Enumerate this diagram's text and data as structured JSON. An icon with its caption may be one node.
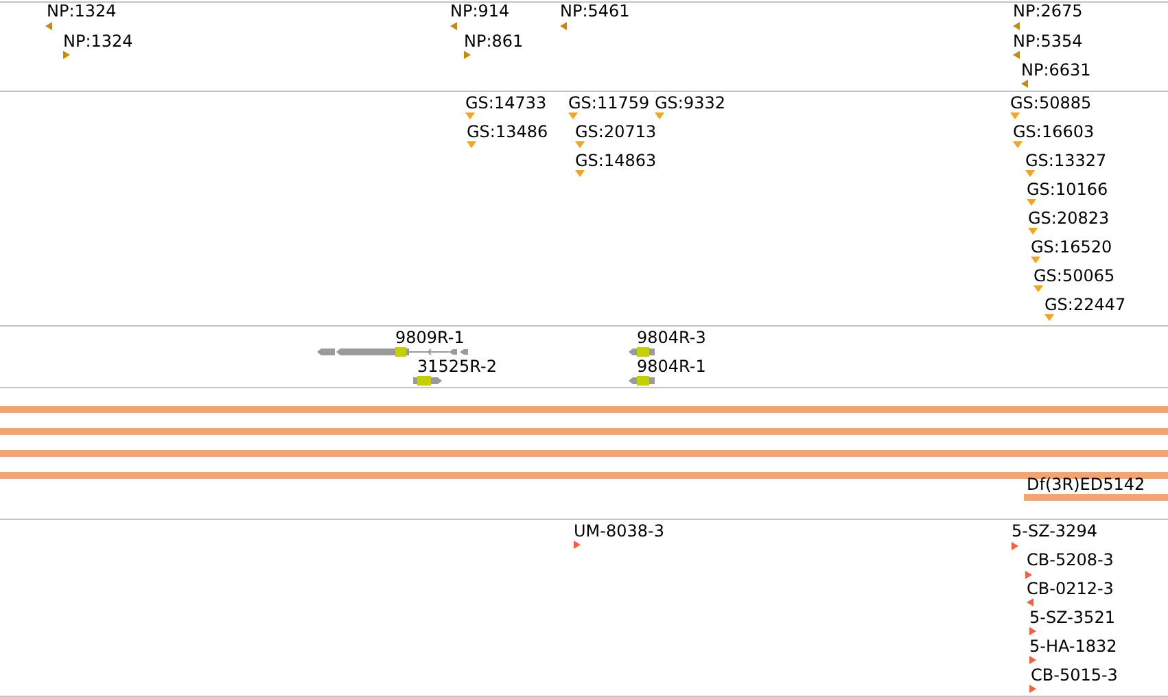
{
  "diagram": {
    "nodes": [
      {
        "text": [
          "9809R-1"
        ]
      },
      {
        "text": [
          "9804R-3"
        ]
      },
      {
        "text": [
          "31525R-2"
        ]
      },
      {
        "text": [
          "9804R-1"
        ]
      },
      {
        "text": [],
        "shape": "bar"
      },
      {
        "text": [],
        "shape": "bar"
      },
      {
        "text": [],
        "shape": "bar"
      },
      {
        "text": [],
        "shape": "bar"
      },
      {
        "text": [
          "Df(3R)ED5142"
        ]
      }
    ],
    "labels": [
      "NP:1324",
      "NP:914",
      "NP:5461",
      "NP:2675",
      "NP:1324",
      "NP:861",
      "NP:5354",
      "NP:6631",
      "GS:14733",
      "GS:11759",
      "GS:9332",
      "GS:50885",
      "GS:13486",
      "GS:20713",
      "GS:16603",
      "GS:14863",
      "GS:13327",
      "GS:10166",
      "GS:20823",
      "GS:16520",
      "GS:50065",
      "GS:22447",
      "UM-8038-3",
      "5-SZ-3294",
      "CB-5208-3",
      "CB-0212-3",
      "5-SZ-3521",
      "5-HA-1832",
      "CB-5015-3"
    ]
  }
}
